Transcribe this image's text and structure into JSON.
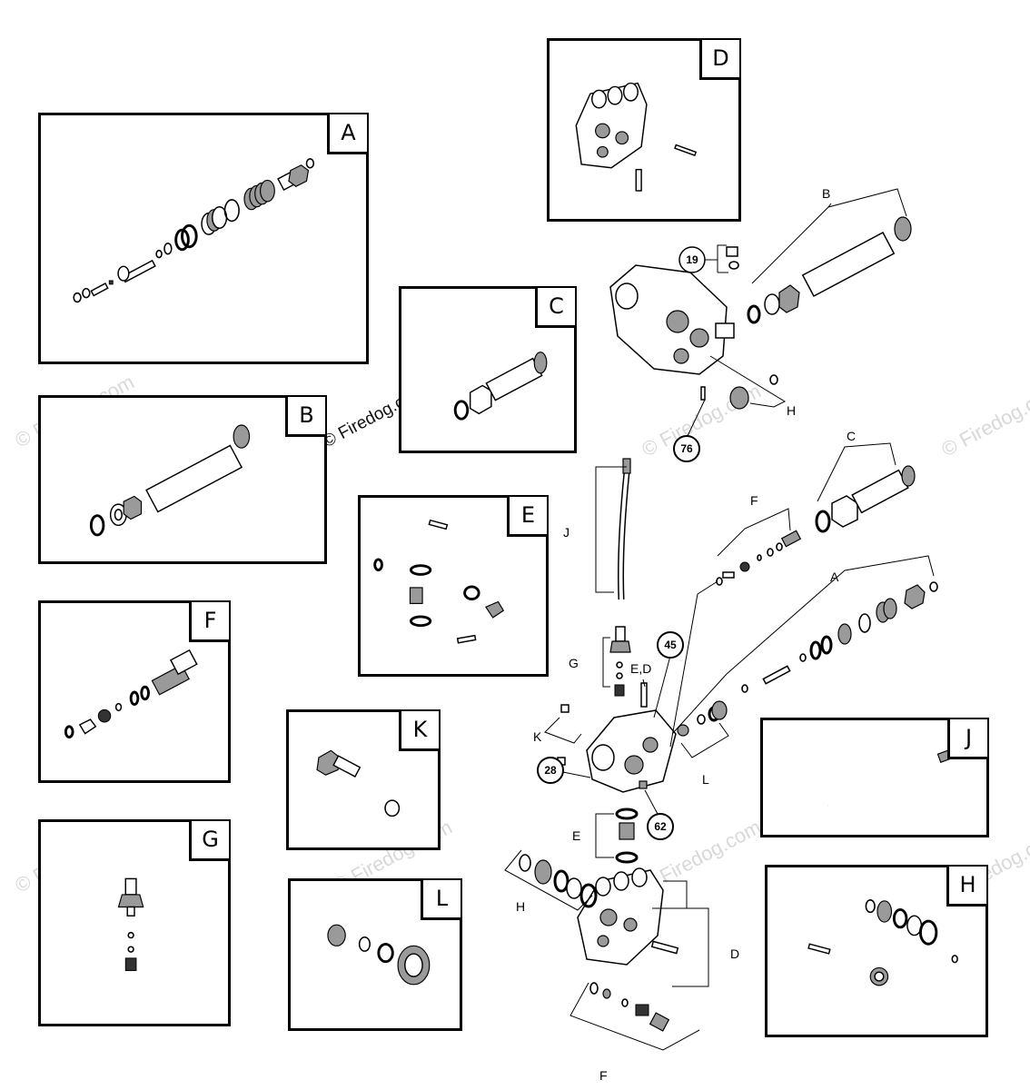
{
  "watermark_text": "© Firedog.com",
  "center_watermark": "© Firedog.com",
  "kits": {
    "A": "A",
    "B": "B",
    "C": "C",
    "D": "D",
    "E": "E",
    "F": "F",
    "G": "G",
    "H": "H",
    "J": "J",
    "K": "K",
    "L": "L"
  },
  "callouts": {
    "B": "B",
    "C": "C",
    "F": "F",
    "A": "A",
    "J": "J",
    "G": "G",
    "ED": "E,D",
    "K": "K",
    "L": "L",
    "E": "E",
    "H_bottom": "H",
    "D_bottom": "D",
    "H_top": "H",
    "F_bottom": "F"
  },
  "circled_parts": {
    "p19": "19",
    "p76": "76",
    "p45": "45",
    "p28": "28",
    "p62": "62"
  }
}
